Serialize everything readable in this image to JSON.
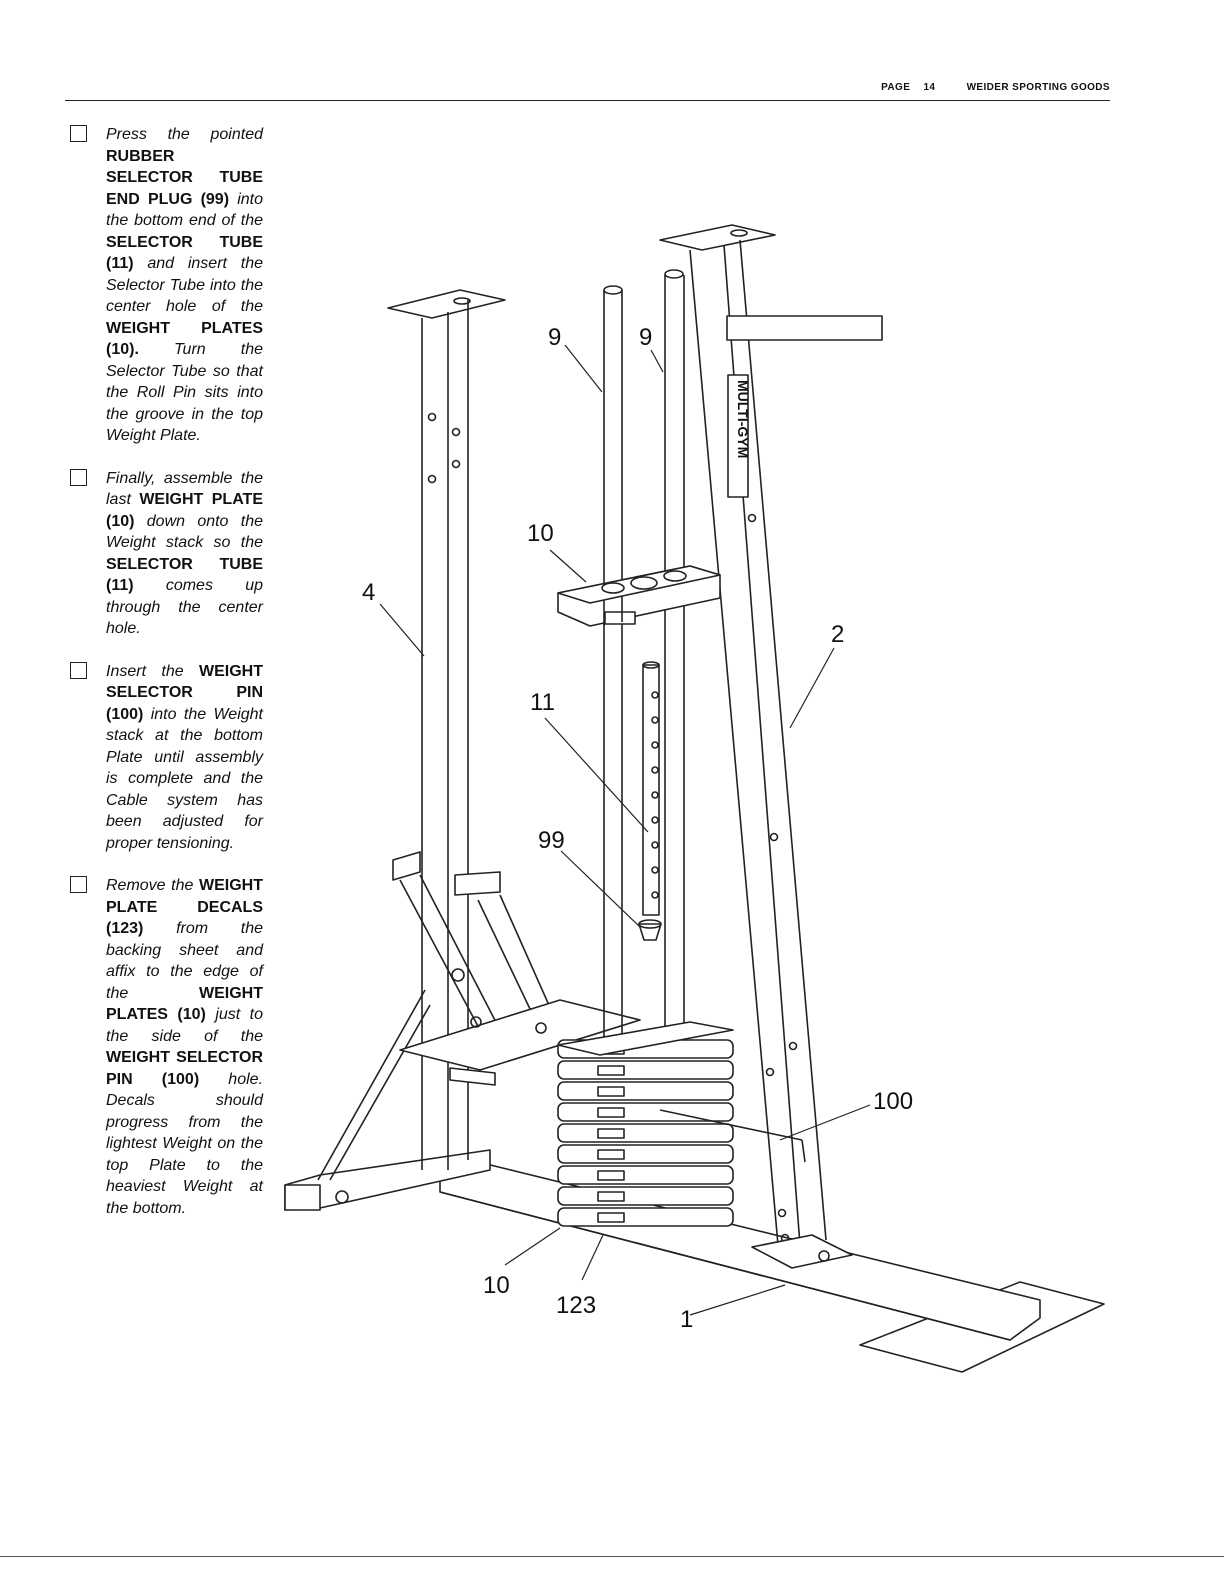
{
  "header": {
    "page_label": "PAGE",
    "page_number": "14",
    "company": "WEIDER SPORTING GOODS"
  },
  "steps": [
    {
      "segments": [
        {
          "t": "Press the pointed ",
          "b": false
        },
        {
          "t": "RUBBER SELECTOR TUBE END PLUG",
          "b": true
        },
        {
          "t": " (99) ",
          "b": true
        },
        {
          "t": "into the bottom end of the ",
          "b": false
        },
        {
          "t": "SELECTOR TUBE",
          "b": true
        },
        {
          "t": " (11) ",
          "b": true
        },
        {
          "t": "and insert the Selector Tube into the center hole of the ",
          "b": false
        },
        {
          "t": "WEIGHT PLATES",
          "b": true
        },
        {
          "t": " (10). ",
          "b": true
        },
        {
          "t": "Turn the Selector Tube so that the Roll Pin sits into the groove in the top Weight Plate.",
          "b": false
        }
      ]
    },
    {
      "segments": [
        {
          "t": "Finally, assemble the last ",
          "b": false
        },
        {
          "t": "WEIGHT PLATE",
          "b": true
        },
        {
          "t": " (10) ",
          "b": true
        },
        {
          "t": "down onto the Weight stack so the ",
          "b": false
        },
        {
          "t": "SELECTOR TUBE",
          "b": true
        },
        {
          "t": " (11) ",
          "b": true
        },
        {
          "t": "comes up through the center hole.",
          "b": false
        }
      ]
    },
    {
      "segments": [
        {
          "t": "Insert the ",
          "b": false
        },
        {
          "t": "WEIGHT SELECTOR PIN",
          "b": true
        },
        {
          "t": " (100) ",
          "b": true
        },
        {
          "t": "into the Weight stack at the bottom Plate until assembly is complete and the Cable system has been adjusted for proper tensioning.",
          "b": false
        }
      ]
    },
    {
      "segments": [
        {
          "t": "Remove the ",
          "b": false
        },
        {
          "t": "WEIGHT PLATE DECALS",
          "b": true
        },
        {
          "t": " (123) ",
          "b": true
        },
        {
          "t": "from the backing sheet and affix to the edge of the ",
          "b": false
        },
        {
          "t": "WEIGHT PLATES",
          "b": true
        },
        {
          "t": " (10) ",
          "b": true
        },
        {
          "t": "just to the side of the ",
          "b": false
        },
        {
          "t": "WEIGHT SELECTOR PIN",
          "b": true
        },
        {
          "t": " (100) ",
          "b": true
        },
        {
          "t": "hole. Decals should progress from the lightest Weight on the top Plate to the heaviest Weight at the bottom.",
          "b": false
        }
      ]
    }
  ],
  "figure": {
    "callouts": {
      "upright_left": "4",
      "rod_left": "9",
      "rod_right": "9",
      "top_plate": "10",
      "selector_tube": "11",
      "end_plug": "99",
      "upright_right": "2",
      "selector_pin": "100",
      "bottom_plate": "10",
      "decals": "123",
      "base": "1"
    },
    "upright_decal": "MULTI-GYM"
  }
}
